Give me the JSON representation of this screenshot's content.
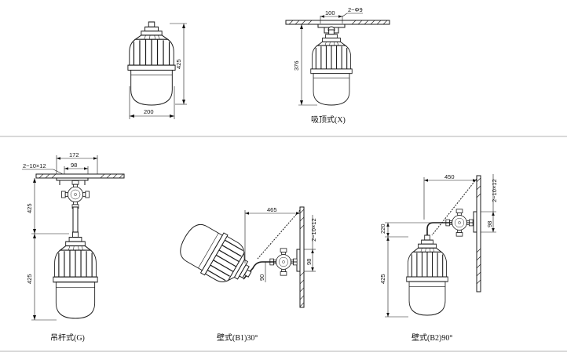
{
  "views": {
    "view1": {
      "width_label": "200",
      "height_label": "425"
    },
    "view2": {
      "caption": "吸顶式(X)",
      "top_label": "100",
      "hole_label": "2−Φ9",
      "height_label": "376"
    },
    "view3": {
      "caption": "吊杆式(G)",
      "slot_label": "2−10×12",
      "width_label": "172",
      "inner_label": "98",
      "upper_label": "425",
      "lower_label": "425"
    },
    "view4": {
      "caption": "壁式(B1)30°",
      "reach_label": "465",
      "slot_label": "2−10×12",
      "plate_label": "98",
      "drop_label": "90"
    },
    "view5": {
      "caption": "壁式(B2)90°",
      "reach_label": "450",
      "slot_label": "2−10×12",
      "plate_label": "98",
      "drop_label": "220",
      "height_label": "425"
    }
  }
}
